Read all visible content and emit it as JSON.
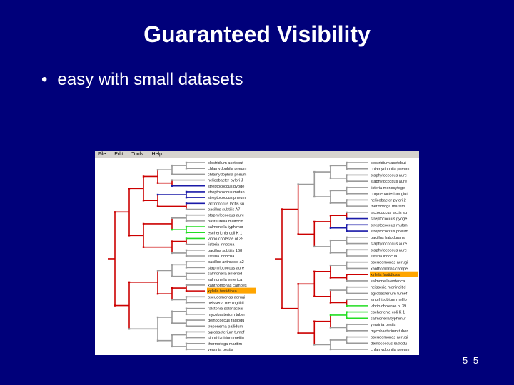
{
  "slide": {
    "title": "Guaranteed Visibility",
    "bullet": "easy with small datasets",
    "page_number": "5 5"
  },
  "app": {
    "menu": [
      "File",
      "Edit",
      "Tools",
      "Help"
    ]
  },
  "colors": {
    "background": "#00007a",
    "red": "#cc0000",
    "blue": "#1a1aa8",
    "green": "#22dd22",
    "highlight": "#ffa500",
    "gray": "#9a9a9a"
  },
  "left_tree": {
    "leaves": [
      {
        "label": "clostridium acetobut",
        "clade": "gray"
      },
      {
        "label": "chlamydophila pneum",
        "clade": "gray"
      },
      {
        "label": "chlamydophila pneum",
        "clade": "gray"
      },
      {
        "label": "helicobacter pylori J",
        "clade": "gray"
      },
      {
        "label": "streptococcus pyoge",
        "clade": "blue"
      },
      {
        "label": "streptococcus mutan",
        "clade": "blue"
      },
      {
        "label": "streptococcus pneum",
        "clade": "blue"
      },
      {
        "label": "lactococcus lactis su",
        "clade": "blue"
      },
      {
        "label": "bacillus subtilis A7",
        "clade": "gray"
      },
      {
        "label": "staphylococcus aure",
        "clade": "gray"
      },
      {
        "label": "pasteurella multocid",
        "clade": "gray"
      },
      {
        "label": "salmonella typhimur",
        "clade": "green"
      },
      {
        "label": "escherichia coli K 1",
        "clade": "green"
      },
      {
        "label": "vibrio cholerae ol 39",
        "clade": "green"
      },
      {
        "label": "listeria innocua",
        "clade": "gray"
      },
      {
        "label": "bacillus subtilis 168",
        "clade": "gray"
      },
      {
        "label": "listeria innocua",
        "clade": "gray"
      },
      {
        "label": "bacillus anthracis a2",
        "clade": "gray"
      },
      {
        "label": "staphylococcus aure",
        "clade": "gray"
      },
      {
        "label": "salmonella enteritid",
        "clade": "gray"
      },
      {
        "label": "salmonella enterica",
        "clade": "gray"
      },
      {
        "label": "xanthomonas campes",
        "clade": "gray"
      },
      {
        "label": "xylella fastidiosa",
        "clade": "highlight"
      },
      {
        "label": "pseudomonas aerugi",
        "clade": "gray"
      },
      {
        "label": "neisseria meningitidi",
        "clade": "gray"
      },
      {
        "label": "ralstonia solanacear",
        "clade": "gray"
      },
      {
        "label": "mycobacterium tuber",
        "clade": "gray"
      },
      {
        "label": "deinococcus radiodu",
        "clade": "gray"
      },
      {
        "label": "treponema pallidum",
        "clade": "gray"
      },
      {
        "label": "agrobacterium tumef",
        "clade": "gray"
      },
      {
        "label": "sinorhizobium melilo",
        "clade": "gray"
      },
      {
        "label": "thermotoga maritim",
        "clade": "gray"
      },
      {
        "label": "yersinia pestis",
        "clade": "gray"
      }
    ]
  },
  "right_tree": {
    "leaves": [
      {
        "label": "clostridium acetobut",
        "clade": "gray"
      },
      {
        "label": "chlamydophila pneum",
        "clade": "gray"
      },
      {
        "label": "staphylococcus aure",
        "clade": "gray"
      },
      {
        "label": "staphylococcus aure",
        "clade": "gray"
      },
      {
        "label": "listeria monocytoge",
        "clade": "gray"
      },
      {
        "label": "corynebacterium glut",
        "clade": "gray"
      },
      {
        "label": "helicobacter pylori 2",
        "clade": "gray"
      },
      {
        "label": "thermotoga maritim",
        "clade": "gray"
      },
      {
        "label": "lactococcus lactis su",
        "clade": "gray"
      },
      {
        "label": "streptococcus pyoge",
        "clade": "blue"
      },
      {
        "label": "streptococcus mutan",
        "clade": "blue"
      },
      {
        "label": "streptococcus pneum",
        "clade": "blue"
      },
      {
        "label": "bacillus halodurans",
        "clade": "gray"
      },
      {
        "label": "staphylococcus aure",
        "clade": "gray"
      },
      {
        "label": "staphylococcus aure",
        "clade": "gray"
      },
      {
        "label": "listeria innocua",
        "clade": "gray"
      },
      {
        "label": "pseudomonas aerugi",
        "clade": "gray"
      },
      {
        "label": "xanthomonas campe",
        "clade": "gray"
      },
      {
        "label": "xylella fastidiosa",
        "clade": "highlight"
      },
      {
        "label": "salmonella enterica",
        "clade": "gray"
      },
      {
        "label": "neisseria meningitid",
        "clade": "gray"
      },
      {
        "label": "agrobacterium tumef",
        "clade": "gray"
      },
      {
        "label": "sinorhizobium melilo",
        "clade": "gray"
      },
      {
        "label": "vibrio cholerae ol 39",
        "clade": "green"
      },
      {
        "label": "escherichia coli K 1",
        "clade": "green"
      },
      {
        "label": "salmonella typhimur",
        "clade": "green"
      },
      {
        "label": "yersinia pestis",
        "clade": "gray"
      },
      {
        "label": "mycobacterium tuber",
        "clade": "gray"
      },
      {
        "label": "pseudomonas aerugi",
        "clade": "gray"
      },
      {
        "label": "deinococcus radiodu",
        "clade": "gray"
      },
      {
        "label": "chlamydophila pneum",
        "clade": "gray"
      }
    ]
  }
}
